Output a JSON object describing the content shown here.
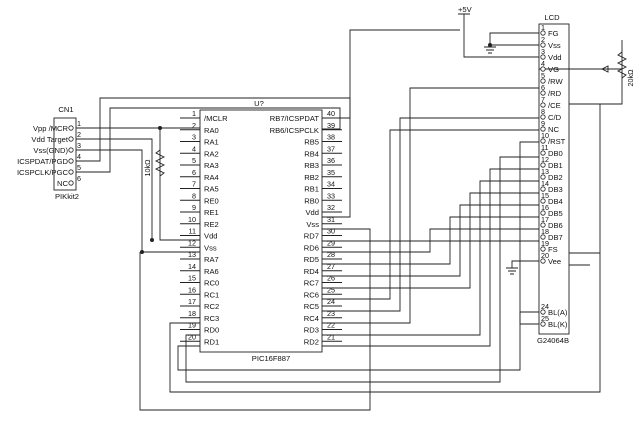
{
  "pic": {
    "ref": "U?",
    "part": "PIC16F887",
    "left_pins": [
      {
        "n": "1",
        "name": "/MCLR"
      },
      {
        "n": "2",
        "name": "RA0"
      },
      {
        "n": "3",
        "name": "RA1"
      },
      {
        "n": "4",
        "name": "RA2"
      },
      {
        "n": "5",
        "name": "RA3"
      },
      {
        "n": "6",
        "name": "RA4"
      },
      {
        "n": "7",
        "name": "RA5"
      },
      {
        "n": "8",
        "name": "RE0"
      },
      {
        "n": "9",
        "name": "RE1"
      },
      {
        "n": "10",
        "name": "RE2"
      },
      {
        "n": "11",
        "name": "Vdd"
      },
      {
        "n": "12",
        "name": "Vss"
      },
      {
        "n": "13",
        "name": "RA7"
      },
      {
        "n": "14",
        "name": "RA6"
      },
      {
        "n": "15",
        "name": "RC0"
      },
      {
        "n": "16",
        "name": "RC1"
      },
      {
        "n": "17",
        "name": "RC2"
      },
      {
        "n": "18",
        "name": "RC3"
      },
      {
        "n": "19",
        "name": "RD0"
      },
      {
        "n": "20",
        "name": "RD1"
      }
    ],
    "right_pins": [
      {
        "n": "40",
        "name": "RB7/ICSPDAT"
      },
      {
        "n": "39",
        "name": "RB6/ICSPCLK"
      },
      {
        "n": "38",
        "name": "RB5"
      },
      {
        "n": "37",
        "name": "RB4"
      },
      {
        "n": "36",
        "name": "RB3"
      },
      {
        "n": "35",
        "name": "RB2"
      },
      {
        "n": "34",
        "name": "RB1"
      },
      {
        "n": "33",
        "name": "RB0"
      },
      {
        "n": "32",
        "name": "Vdd"
      },
      {
        "n": "31",
        "name": "Vss"
      },
      {
        "n": "30",
        "name": "RD7"
      },
      {
        "n": "29",
        "name": "RD6"
      },
      {
        "n": "28",
        "name": "RD5"
      },
      {
        "n": "27",
        "name": "RD4"
      },
      {
        "n": "26",
        "name": "RC7"
      },
      {
        "n": "25",
        "name": "RC6"
      },
      {
        "n": "24",
        "name": "RC5"
      },
      {
        "n": "23",
        "name": "RC4"
      },
      {
        "n": "22",
        "name": "RD3"
      },
      {
        "n": "21",
        "name": "RD2"
      }
    ]
  },
  "cn1": {
    "ref": "CN1",
    "part": "PIKkit2",
    "pins": [
      {
        "n": "1",
        "name": "Vpp /MCR"
      },
      {
        "n": "2",
        "name": "Vdd Target"
      },
      {
        "n": "3",
        "name": "Vss(GND)"
      },
      {
        "n": "4",
        "name": "ICSPDAT/PGD"
      },
      {
        "n": "5",
        "name": "ICSPCLK/PGC"
      },
      {
        "n": "6",
        "name": "NC"
      }
    ]
  },
  "lcd": {
    "ref": "LCD",
    "part": "G24064B",
    "pins": [
      {
        "n": "1",
        "name": "FG"
      },
      {
        "n": "2",
        "name": "Vss"
      },
      {
        "n": "3",
        "name": "Vdd"
      },
      {
        "n": "4",
        "name": "VG"
      },
      {
        "n": "5",
        "name": "/RW"
      },
      {
        "n": "6",
        "name": "/RD"
      },
      {
        "n": "7",
        "name": "/CE"
      },
      {
        "n": "8",
        "name": "C/D"
      },
      {
        "n": "9",
        "name": "NC"
      },
      {
        "n": "10",
        "name": "/RST"
      },
      {
        "n": "11",
        "name": "DB0"
      },
      {
        "n": "12",
        "name": "DB1"
      },
      {
        "n": "13",
        "name": "DB2"
      },
      {
        "n": "14",
        "name": "DB3"
      },
      {
        "n": "15",
        "name": "DB4"
      },
      {
        "n": "16",
        "name": "DB5"
      },
      {
        "n": "17",
        "name": "DB6"
      },
      {
        "n": "18",
        "name": "DB7"
      },
      {
        "n": "19",
        "name": "FS"
      },
      {
        "n": "20",
        "name": "Vee"
      },
      {
        "n": "24",
        "name": "BL(A)"
      },
      {
        "n": "25",
        "name": "BL(K)"
      }
    ]
  },
  "power": {
    "label": "+5V"
  },
  "resistors": {
    "pullup": "10kΩ",
    "contrast": "20kΩ"
  }
}
